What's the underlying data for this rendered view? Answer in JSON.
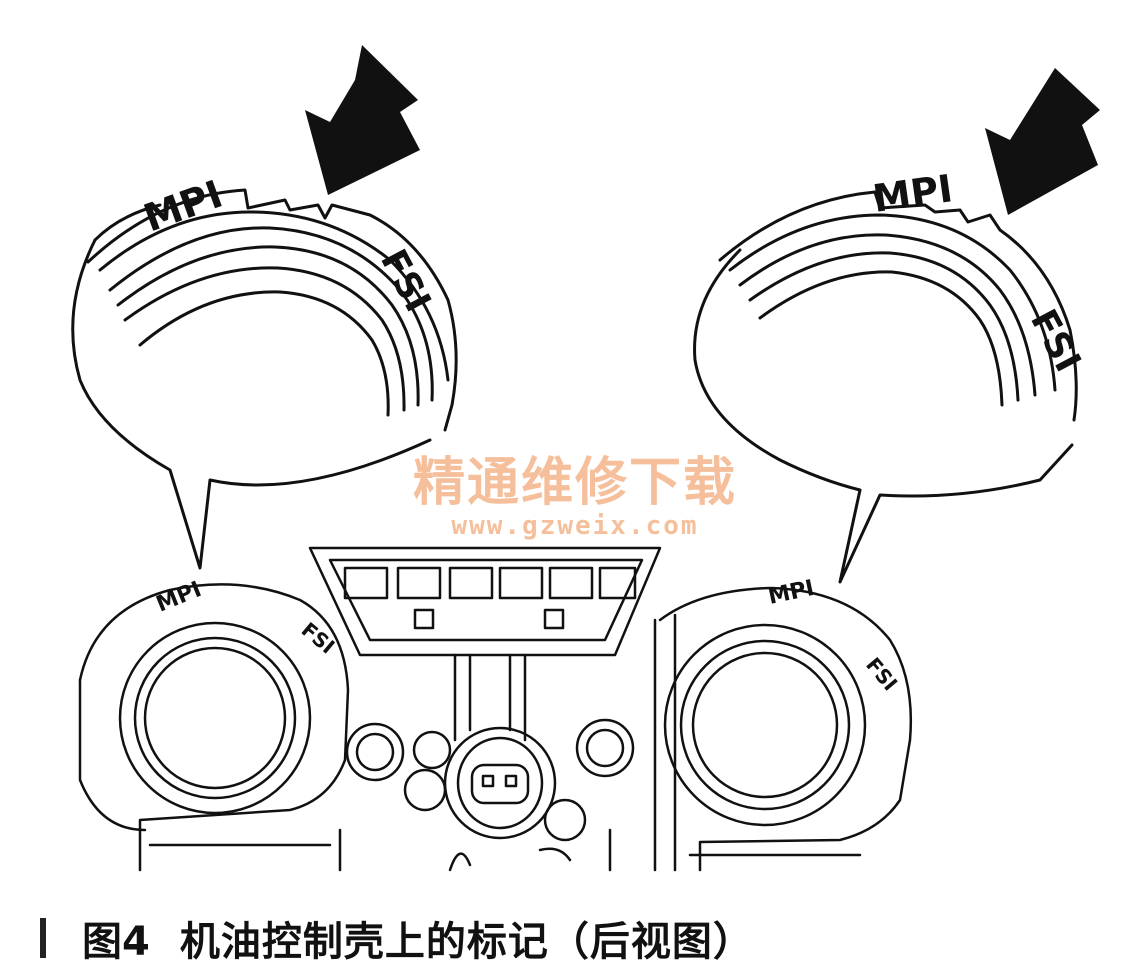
{
  "labels": {
    "mpi": "MPI",
    "fsi": "FSI"
  },
  "watermark": {
    "chinese": "精通维修下载",
    "url": "www.gzweix.com"
  },
  "caption": {
    "figure": "图4",
    "text": "机油控制壳上的标记（后视图）"
  },
  "colors": {
    "line": "#111111",
    "watermark": "#f5b58a",
    "background": "#ffffff"
  }
}
